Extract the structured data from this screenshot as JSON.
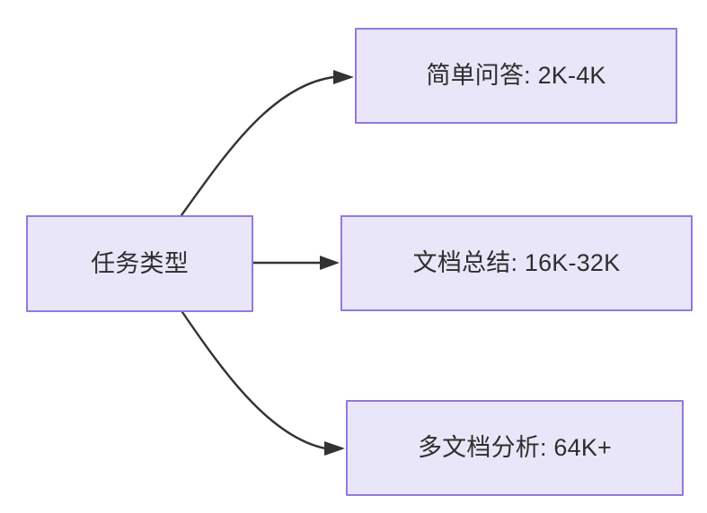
{
  "diagram": {
    "title": "任务类型",
    "background_color": "#ffffff",
    "node_fill_color": "#e9e6f9",
    "node_border_color": "#9478dd",
    "node_text_color": "#2e2e2e",
    "edge_color": "#333333",
    "nodes": [
      {
        "id": "source",
        "label": "任务类型",
        "role": "root"
      },
      {
        "id": "simple-qa",
        "label": "简单问答: 2K-4K",
        "role": "leaf"
      },
      {
        "id": "doc-summary",
        "label": "文档总结: 16K-32K",
        "role": "leaf"
      },
      {
        "id": "multi-doc",
        "label": "多文档分析: 64K+",
        "role": "leaf"
      }
    ],
    "edges": [
      {
        "id": "edge-source-to-simple-qa",
        "from": "source",
        "to": "simple-qa",
        "shape": "curve",
        "label": ""
      },
      {
        "id": "edge-source-to-doc-summary",
        "from": "source",
        "to": "doc-summary",
        "shape": "straight",
        "label": ""
      },
      {
        "id": "edge-source-to-multi-doc",
        "from": "source",
        "to": "multi-doc",
        "shape": "curve",
        "label": ""
      }
    ]
  }
}
